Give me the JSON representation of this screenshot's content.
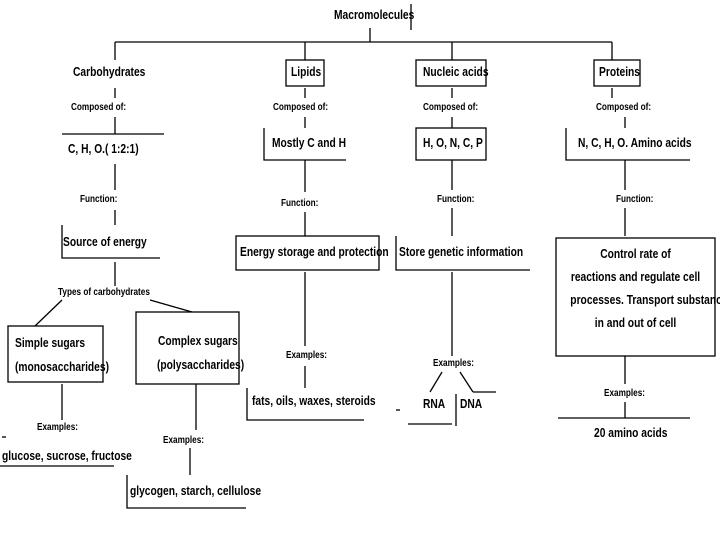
{
  "root": "Macromolecules",
  "categories": {
    "carbohydrates": {
      "name": "Carbohydrates",
      "composed_label": "Composed of:",
      "composition": "C, H, O.( 1:2:1)",
      "function_label": "Function:",
      "function": "Source of energy",
      "types_label": "Types of carbohydrates",
      "simple": {
        "line1": "Simple sugars",
        "line2": "(monosaccharides)",
        "examples_label": "Examples:",
        "examples": "glucose, sucrose, fructose"
      },
      "complex": {
        "line1": "Complex sugars",
        "line2": "(polysaccharides)",
        "examples_label": "Examples:",
        "examples": "glycogen, starch, cellulose"
      }
    },
    "lipids": {
      "name": "Lipids",
      "composed_label": "Composed of:",
      "composition": "Mostly C and H",
      "function_label": "Function:",
      "function": "Energy storage and protection",
      "examples_label": "Examples:",
      "examples": "fats, oils, waxes, steroids"
    },
    "nucleic_acids": {
      "name": "Nucleic acids",
      "composed_label": "Composed of:",
      "composition": "H, O, N, C, P",
      "function_label": "Function:",
      "function": "Store genetic information",
      "examples_label": "Examples:",
      "example_1": "RNA",
      "example_2": "DNA"
    },
    "proteins": {
      "name": "Proteins",
      "composed_label": "Composed of:",
      "composition": "N, C, H, O. Amino acids",
      "function_label": "Function:",
      "function_lines": [
        "Control rate of",
        "reactions and regulate cell",
        "processes. Transport substances",
        "in and out of cell"
      ],
      "examples_label": "Examples:",
      "examples": "20 amino acids"
    }
  }
}
